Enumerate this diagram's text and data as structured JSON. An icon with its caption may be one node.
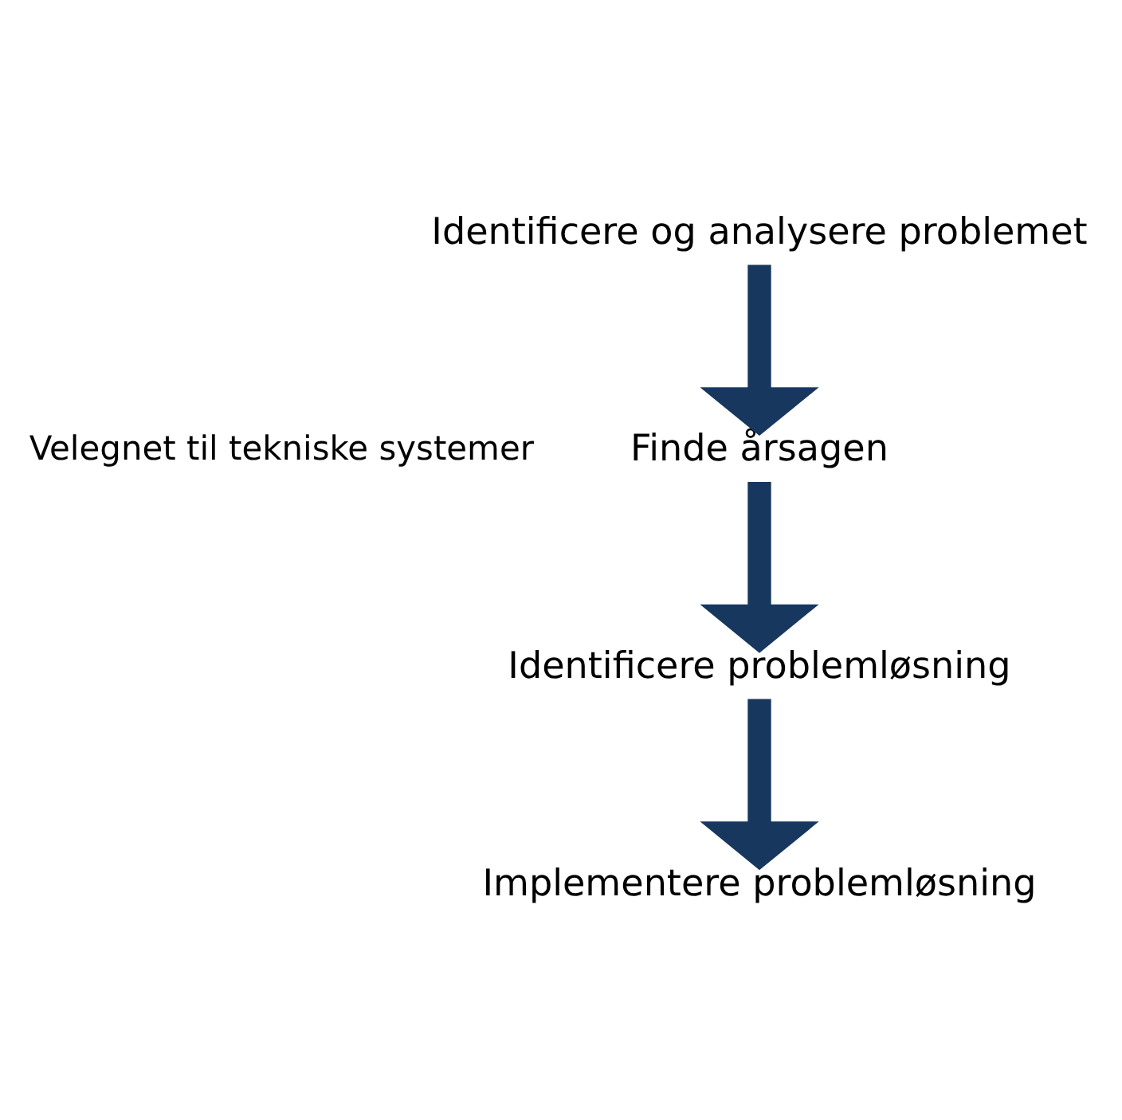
{
  "diagram": {
    "nodes": [
      {
        "text": [
          "Identificere og analysere problemet"
        ]
      },
      {
        "text": [
          "Finde årsagen"
        ]
      },
      {
        "text": [
          "Identificere problemløsning"
        ]
      },
      {
        "text": [
          "Implementere problemløsning"
        ]
      }
    ],
    "edges": [
      {
        "from": 0,
        "to": 1,
        "arrow": "to"
      },
      {
        "from": 1,
        "to": 2,
        "arrow": "to"
      },
      {
        "from": 2,
        "to": 3,
        "arrow": "to"
      }
    ],
    "labels": [
      "Velegnet til tekniske systemer"
    ]
  }
}
